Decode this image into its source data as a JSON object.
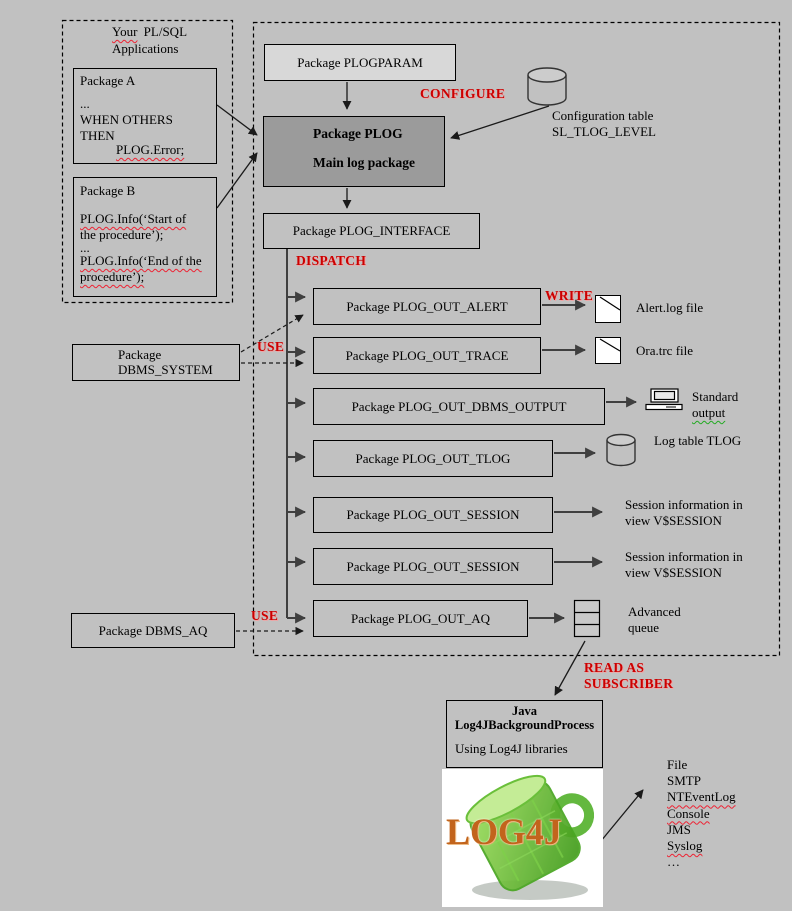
{
  "colors": {
    "background": "#c1c1c1",
    "plog_box_fill": "#9b9b9b",
    "param_box_fill": "#d8d8d8",
    "red_label": "#cc0000",
    "logo_green": "#5cb82e",
    "logo_orange": "#c2641c"
  },
  "left_panel": {
    "title_word": "Your",
    "title_rest": "PL/SQL",
    "title_line2": "Applications",
    "package_a": {
      "title": "Package A",
      "ellipsis": "...",
      "cond1": "WHEN OTHERS",
      "cond2": "THEN",
      "call": "PLOG.Error;"
    },
    "package_b": {
      "title": "Package B",
      "call1a": "PLOG.Info(‘Start of",
      "call1b": "the procedure’);",
      "ellipsis": "...",
      "call2a": "PLOG.Info(‘End of the",
      "call2b": "procedure’);"
    }
  },
  "core": {
    "plogparam_label": "Package PLOGPARAM",
    "plog_title": "Package PLOG",
    "plog_subtitle": "Main log package",
    "interface_label": "Package PLOG_INTERFACE",
    "config_table_line1": "Configuration table",
    "config_table_line2": "SL_TLOG_LEVEL"
  },
  "red_labels": {
    "configure": "CONFIGURE",
    "dispatch": "DISPATCH",
    "use_system": "USE",
    "use_aq": "USE",
    "write": "WRITE",
    "read1": "READ AS",
    "read2": "SUBSCRIBER"
  },
  "helpers": {
    "dbms_system_line1": "Package",
    "dbms_system_line2": "DBMS_SYSTEM",
    "dbms_aq_label": "Package DBMS_AQ"
  },
  "dispatch_rows": [
    {
      "label": "Package PLOG_OUT_ALERT",
      "out1": "Alert.log file"
    },
    {
      "label": "Package PLOG_OUT_TRACE",
      "out1": "Ora.trc file"
    },
    {
      "label": "Package PLOG_OUT_DBMS_OUTPUT",
      "out1": "Standard",
      "out2": "output"
    },
    {
      "label": "Package PLOG_OUT_TLOG",
      "out1": "Log table TLOG"
    },
    {
      "label": "Package PLOG_OUT_SESSION",
      "out1": "Session information in",
      "out2": "view V$SESSION"
    },
    {
      "label": "Package PLOG_OUT_SESSION",
      "out1": "Session information in",
      "out2": "view V$SESSION"
    },
    {
      "label": "Package PLOG_OUT_AQ",
      "out1": "Advanced",
      "out2": "queue"
    }
  ],
  "java": {
    "line1": "Java",
    "line2": "Log4JBackgroundProcess",
    "line3": "Using Log4J libraries"
  },
  "logo": {
    "text": "LOG4J"
  },
  "appenders": [
    "File",
    "SMTP",
    "NTEventLog",
    "Console",
    "JMS",
    "Syslog",
    "…"
  ]
}
